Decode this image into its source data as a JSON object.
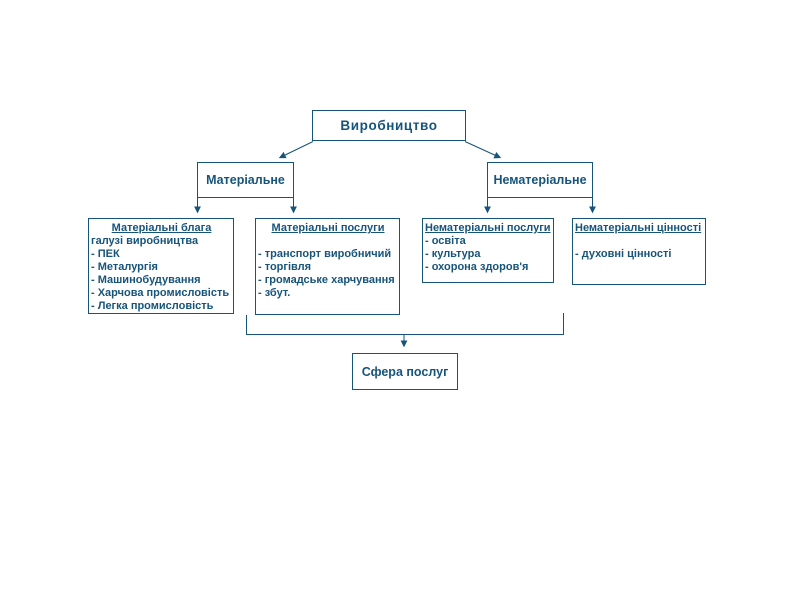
{
  "accent_color": "#17547A",
  "root": {
    "label": "Виробництво"
  },
  "branches": [
    {
      "label": "Матеріальне"
    },
    {
      "label": "Нематеріальне"
    }
  ],
  "groups": [
    {
      "title": "Матеріальні блага",
      "items": [
        "галузі виробництва",
        "- ПЕК",
        "- Металургія",
        "- Машинобудування",
        "- Харчова промисловість",
        "- Легка промисловість"
      ]
    },
    {
      "title": "Матеріальні послуги",
      "items": [
        "",
        "- транспорт виробничий",
        "- торгівля",
        "- громадське харчування",
        "- збут."
      ]
    },
    {
      "title": "Нематеріальні послуги",
      "items": [
        "- освіта",
        "- культура",
        "- охорона здоров'я"
      ]
    },
    {
      "title": "Нематеріальні цінності",
      "items": [
        "",
        "- духовні цінності"
      ]
    }
  ],
  "footer": {
    "label": "Сфера послуг"
  }
}
